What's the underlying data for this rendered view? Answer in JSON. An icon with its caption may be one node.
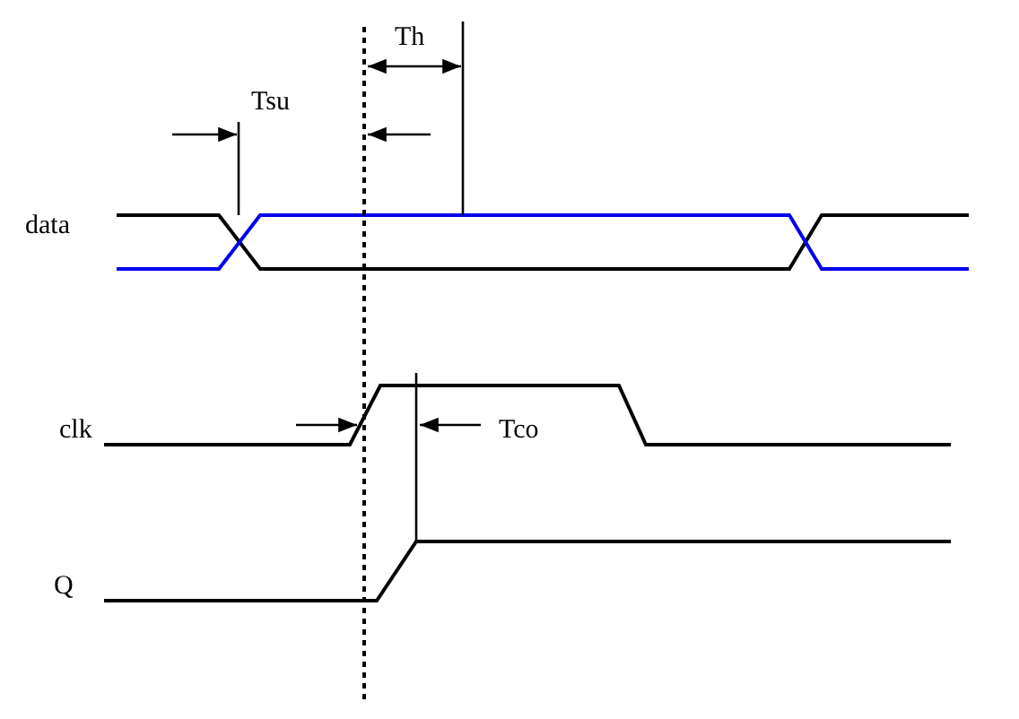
{
  "diagram": {
    "labels": [
      "Th",
      "Tsu",
      "data",
      "clk",
      "Tco",
      "Q"
    ]
  }
}
